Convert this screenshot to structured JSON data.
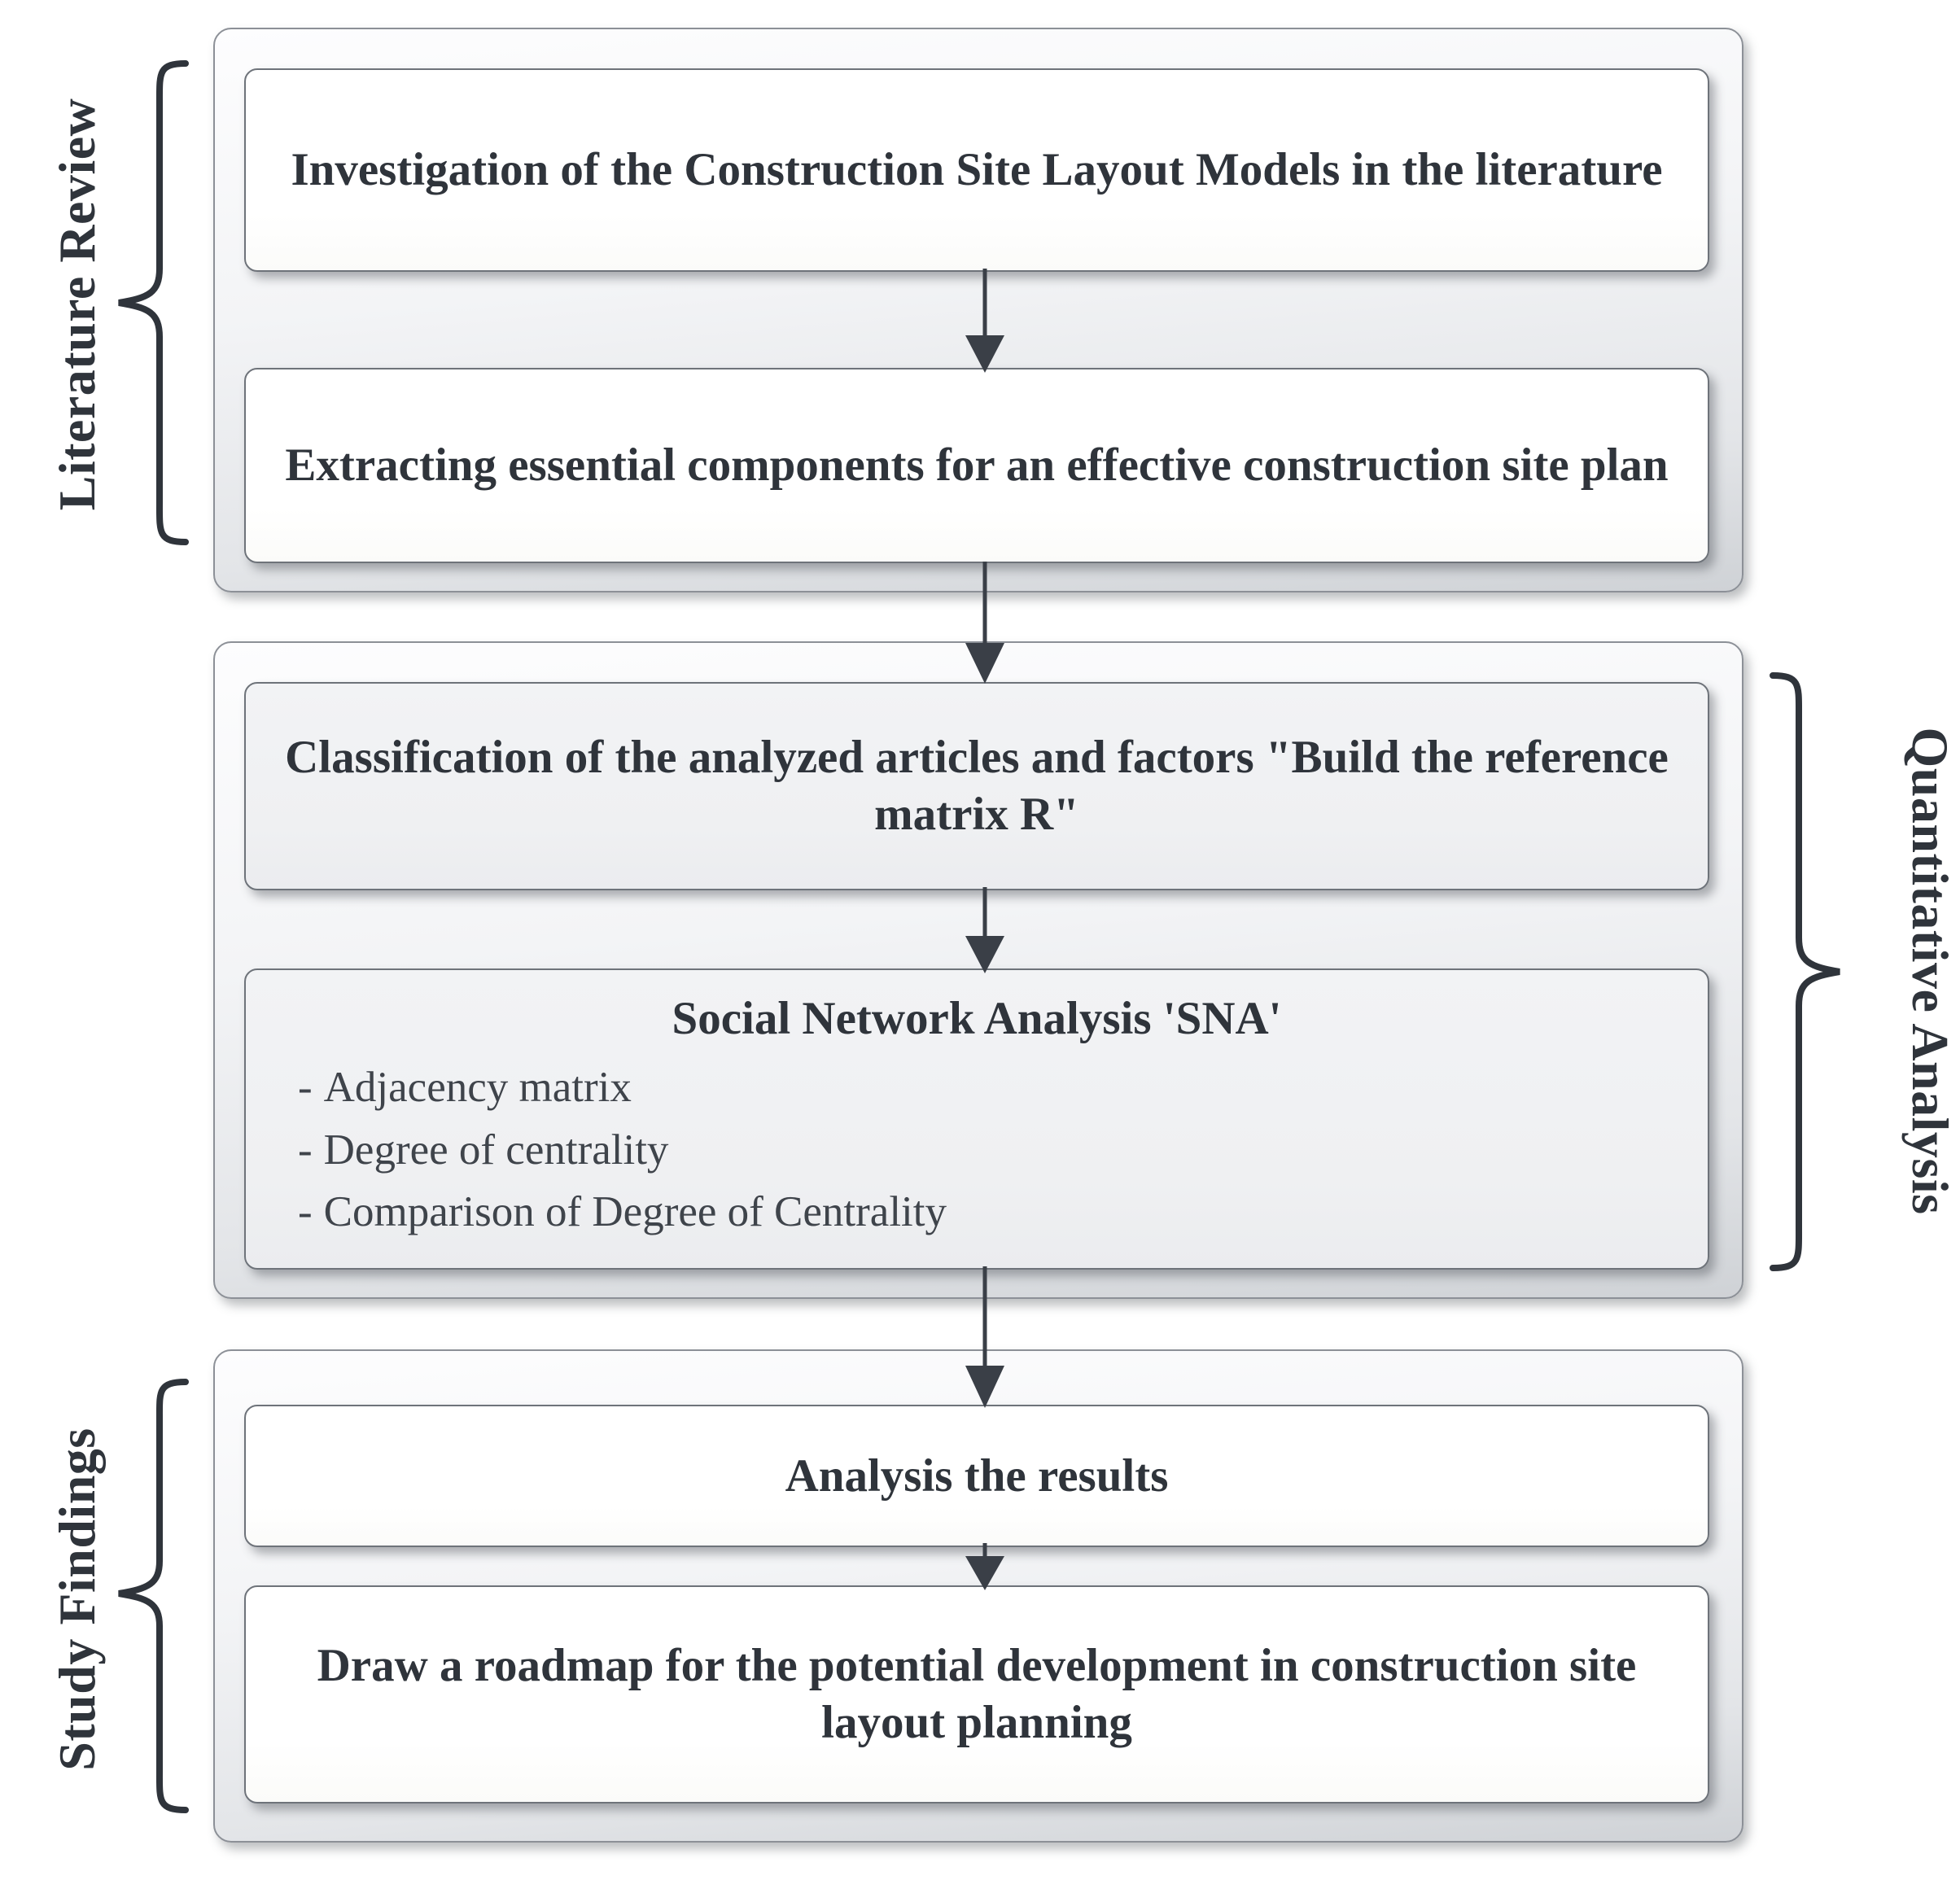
{
  "diagram": {
    "title_semantic": "research-methodology-flowchart",
    "accent_line_color": "#3a3f47",
    "box_border_color": "#6e737a",
    "group_border_color": "#8c9097",
    "text_color": "#2f343b"
  },
  "phases": [
    {
      "id": "literature-review",
      "label": "Literature Review",
      "side": "left",
      "steps": [
        {
          "id": "step-investigation",
          "text": "Investigation of the Construction Site Layout Models in the literature"
        },
        {
          "id": "step-extracting",
          "text": "Extracting essential components  for an effective construction site plan"
        }
      ]
    },
    {
      "id": "quantitative-analysis",
      "label": "Quantitative Analysis",
      "side": "right",
      "steps": [
        {
          "id": "step-classification",
          "text": "Classification of the analyzed articles and factors \"Build the reference matrix R\""
        },
        {
          "id": "step-sna",
          "text": "Social Network Analysis 'SNA'",
          "bullets": [
            "Adjacency matrix",
            "Degree of centrality",
            "Comparison of Degree of Centrality"
          ],
          "bullet_marker": "-"
        }
      ]
    },
    {
      "id": "study-findings",
      "label": "Study Findings",
      "side": "left",
      "steps": [
        {
          "id": "step-analysis-results",
          "text": "Analysis the results"
        },
        {
          "id": "step-roadmap",
          "text": "Draw a roadmap for the potential development in construction site layout planning"
        }
      ]
    }
  ]
}
